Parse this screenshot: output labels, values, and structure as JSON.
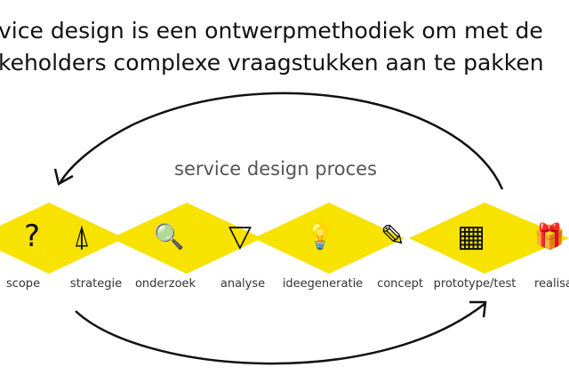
{
  "headline": {
    "line1": "vice design is een ontwerpmethodiek om met de",
    "line2": "keholders complexe vraagstukken aan te pakken"
  },
  "subtitle": "service design proces",
  "accent": "#f7e200",
  "steps": [
    {
      "label": "scope",
      "icon": "question-mark-icon",
      "glyph": "?"
    },
    {
      "label": "strategie",
      "icon": "telescope-icon",
      "glyph": "⍋"
    },
    {
      "label": "onderzoek",
      "icon": "magnifier-icon",
      "glyph": "🔍"
    },
    {
      "label": "analyse",
      "icon": "funnel-icon",
      "glyph": "▽"
    },
    {
      "label": "ideegeneratie",
      "icon": "lightbulb-icon",
      "glyph": "💡"
    },
    {
      "label": "concept",
      "icon": "sketch-paper-icon",
      "glyph": "✎"
    },
    {
      "label": "prototype/test",
      "icon": "blocks-icon",
      "glyph": "▦"
    },
    {
      "label": "realisat",
      "icon": "gift-icon",
      "glyph": "🎁"
    }
  ]
}
